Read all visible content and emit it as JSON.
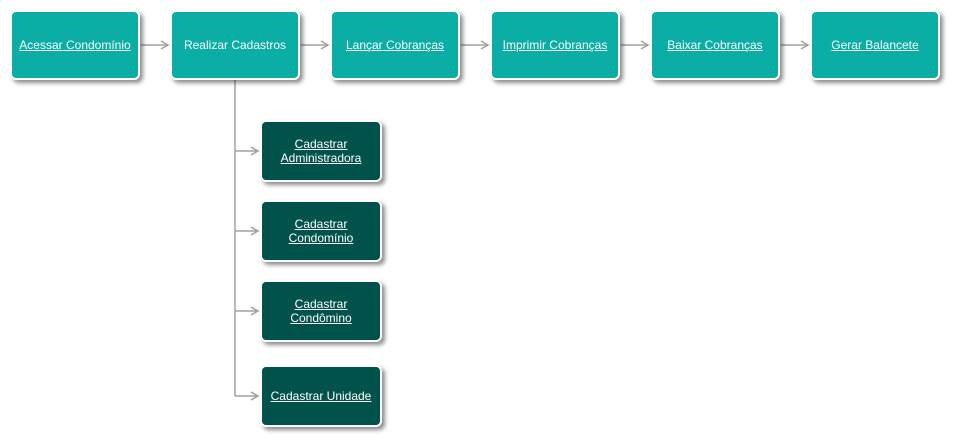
{
  "colors": {
    "primary": "#0aaea5",
    "secondary": "#00524b",
    "connector": "#a0a0a0",
    "text": "#ffffff"
  },
  "flow": [
    {
      "id": "n1",
      "label": "Acessar Condomínio",
      "link": true
    },
    {
      "id": "n2",
      "label": "Realizar Cadastros",
      "link": false
    },
    {
      "id": "n3",
      "label": "Lançar Cobranças",
      "link": true
    },
    {
      "id": "n4",
      "label": "Imprimir Cobranças",
      "link": true
    },
    {
      "id": "n5",
      "label": "Baixar Cobranças",
      "link": true
    },
    {
      "id": "n6",
      "label": "Gerar Balancete",
      "link": true
    }
  ],
  "subflow": [
    {
      "id": "s1",
      "label": "Cadastrar Administradora",
      "link": true
    },
    {
      "id": "s2",
      "label": "Cadastrar Condomínio",
      "link": true
    },
    {
      "id": "s3",
      "label": "Cadastrar Condômino",
      "link": true
    },
    {
      "id": "s4",
      "label": "Cadastrar Unidade",
      "link": true
    }
  ]
}
